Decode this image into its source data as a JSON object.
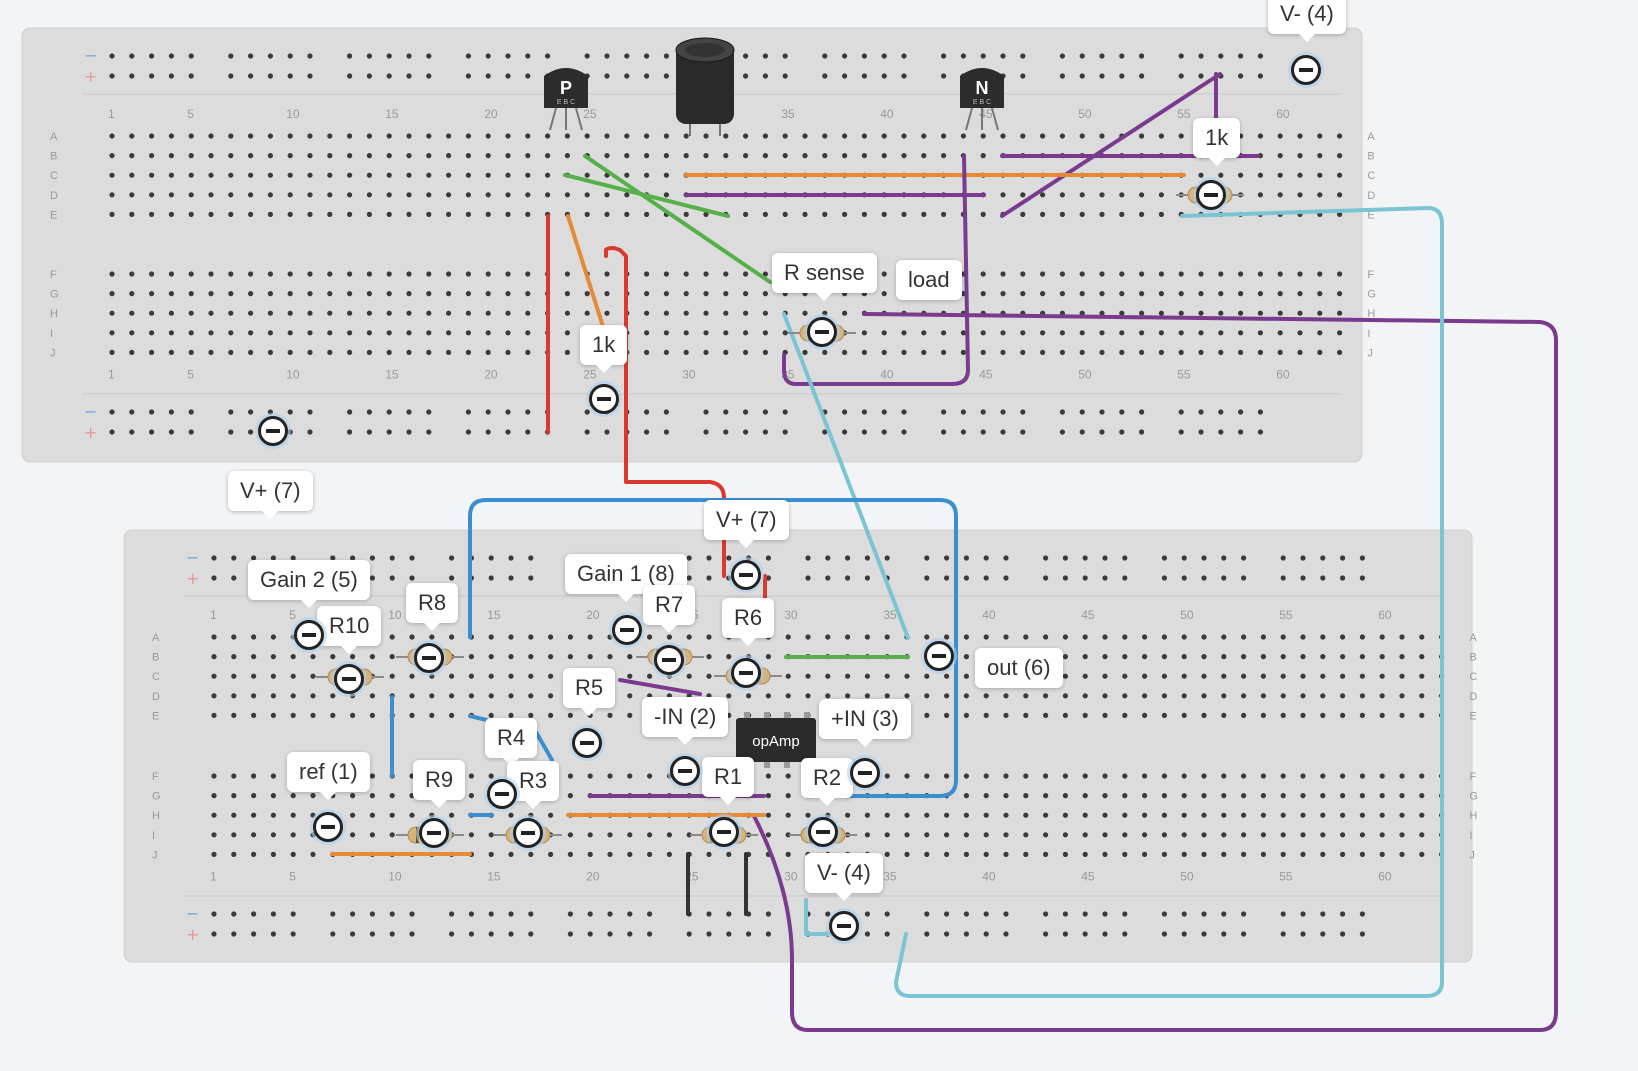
{
  "boards": {
    "top": {
      "col_numbers": [
        "1",
        "5",
        "10",
        "15",
        "20",
        "25",
        "30",
        "35",
        "40",
        "45",
        "50",
        "55",
        "60"
      ],
      "rows_upper": [
        "A",
        "B",
        "C",
        "D",
        "E"
      ],
      "rows_lower": [
        "F",
        "G",
        "H",
        "I",
        "J"
      ]
    },
    "bottom": {
      "col_numbers": [
        "1",
        "5",
        "10",
        "15",
        "20",
        "25",
        "30",
        "35",
        "40",
        "45",
        "50",
        "55",
        "60"
      ],
      "rows_upper": [
        "A",
        "B",
        "C",
        "D",
        "E"
      ],
      "rows_lower": [
        "F",
        "G",
        "H",
        "I",
        "J"
      ]
    },
    "rail_minus": "−",
    "rail_plus": "+"
  },
  "components": {
    "transistor_p": "P",
    "transistor_n": "N",
    "transistor_pins": "E B C",
    "opamp": "opAmp"
  },
  "labels": {
    "v_minus_top": "V- (4)",
    "one_k_top": "1k",
    "r_sense": "R sense",
    "load": "load",
    "one_k_mid": "1k",
    "v_plus_left": "V+ (7)",
    "v_plus_mid": "V+ (7)",
    "gain2": "Gain 2 (5)",
    "r10": "R10",
    "r8": "R8",
    "gain1": "Gain 1 (8)",
    "r7": "R7",
    "r6": "R6",
    "out": "out (6)",
    "r5": "R5",
    "minus_in": "-IN (2)",
    "plus_in": "+IN (3)",
    "r4": "R4",
    "ref": "ref (1)",
    "r9": "R9",
    "r3": "R3",
    "r1": "R1",
    "r2": "R2",
    "v_minus_bottom": "V- (4)"
  },
  "colors": {
    "board": "#dcdcdc",
    "wire_red": "#d83a2e",
    "wire_orange": "#e68a35",
    "wire_green": "#55b04a",
    "wire_purple": "#7a3a8e",
    "wire_blue": "#3b8fcf",
    "wire_cyan": "#7cc4d4",
    "wire_black": "#333333"
  }
}
